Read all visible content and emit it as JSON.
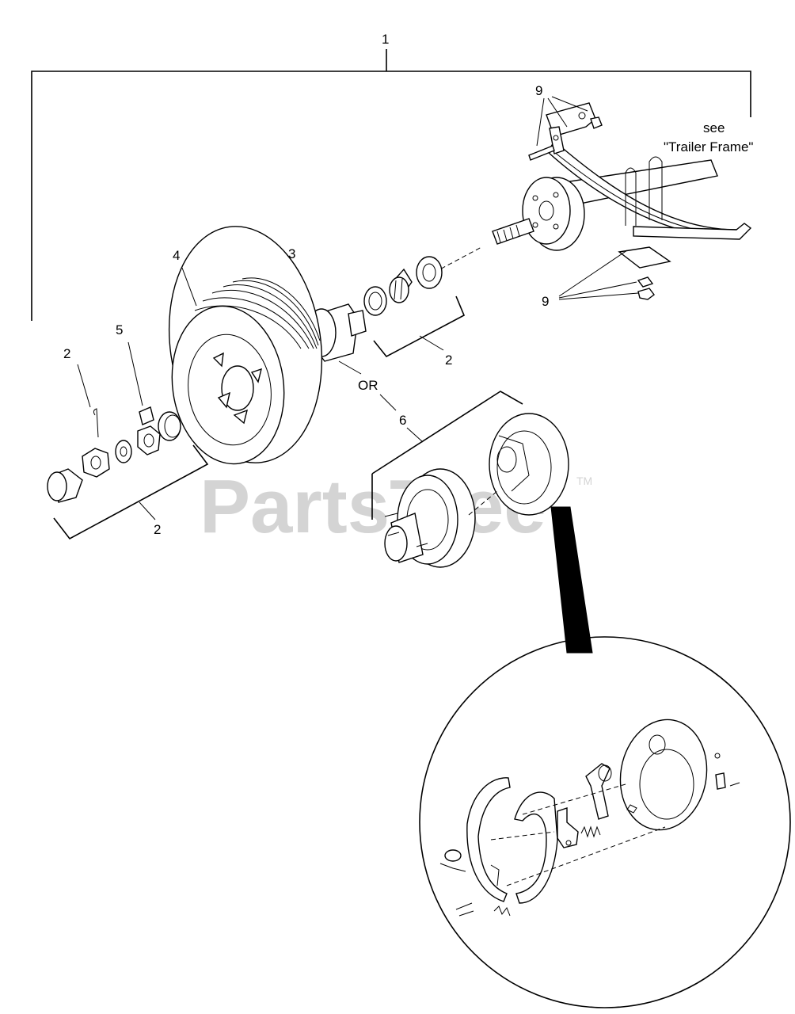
{
  "watermark": {
    "text": "PartsTree",
    "trademark": "TM"
  },
  "callouts": {
    "c1": "1",
    "c9_top": "9",
    "c9_bottom": "9",
    "c4": "4",
    "c3": "3",
    "c5": "5",
    "c2_left_pin": "2",
    "c2_bearing": "2",
    "c2_bottom": "2",
    "c6": "6",
    "or": "OR"
  },
  "note": {
    "line1": "see",
    "line2": "\"Trailer Frame\""
  }
}
